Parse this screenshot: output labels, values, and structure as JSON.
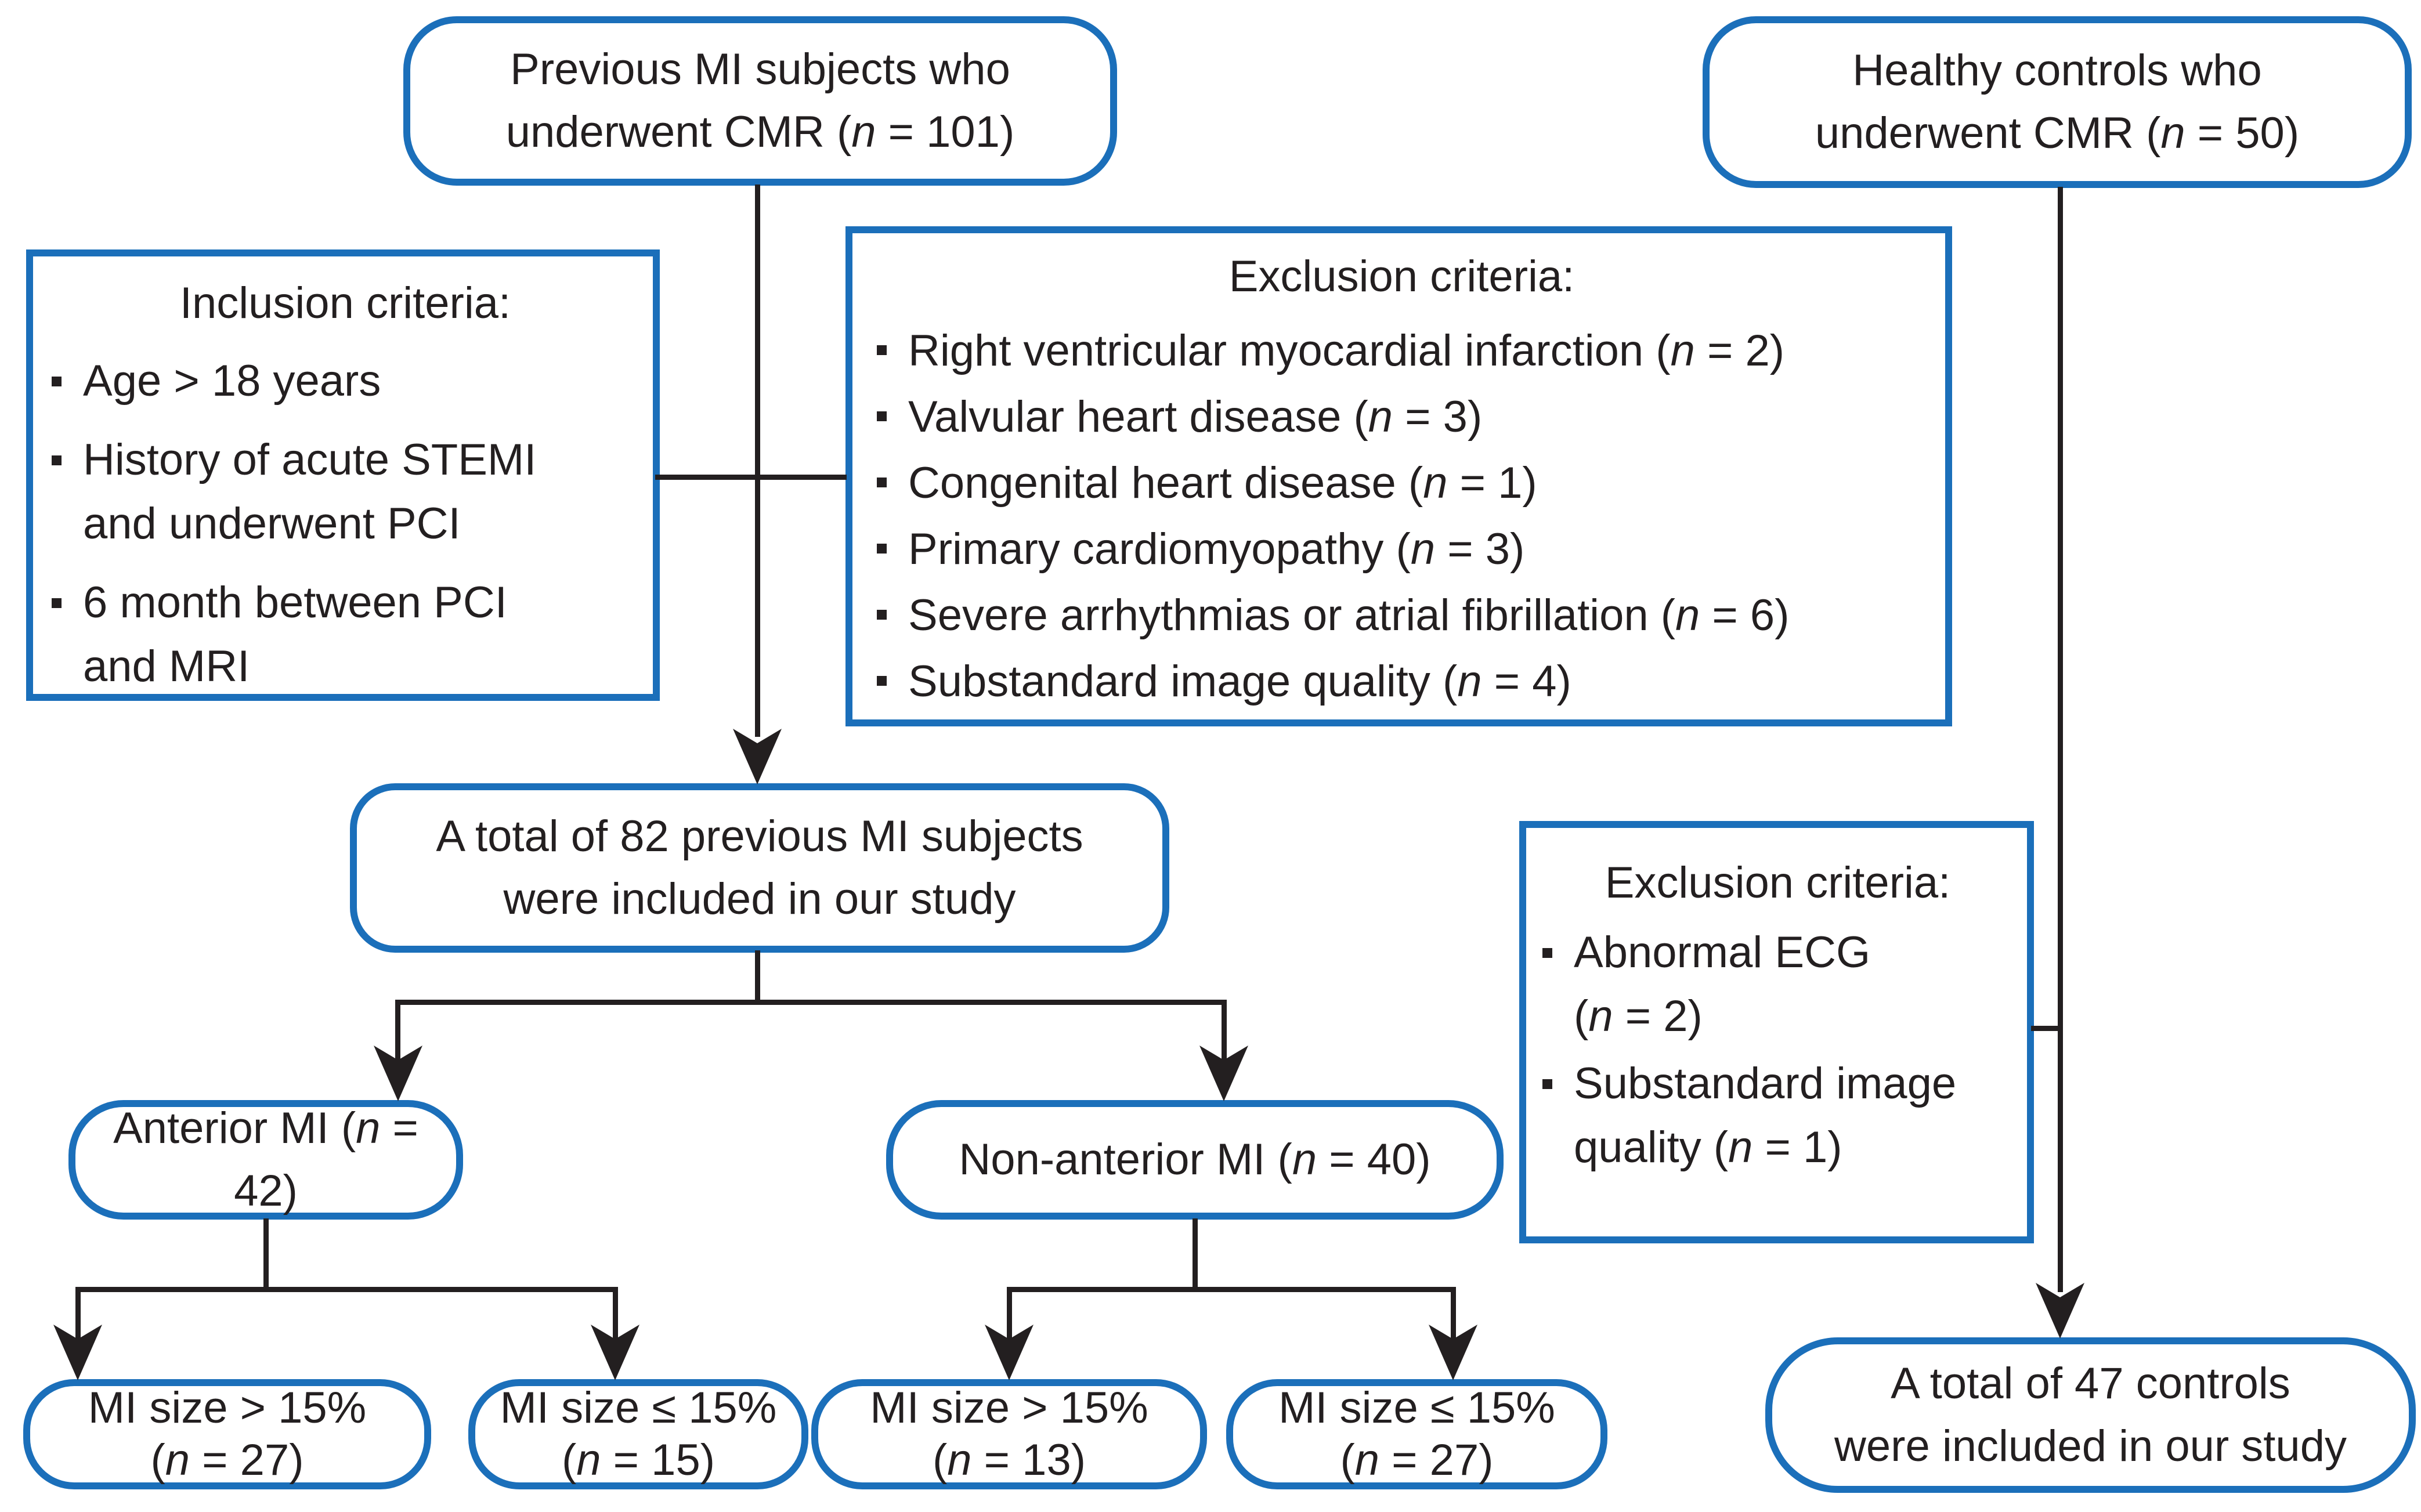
{
  "colors": {
    "box_border": "#1b6fba",
    "connector": "#231f20",
    "text": "#231f20",
    "background": "#ffffff"
  },
  "boxes": {
    "previous_mi": {
      "lines": [
        "Previous MI subjects who",
        "underwent CMR (n = 101)"
      ]
    },
    "healthy_controls": {
      "lines": [
        "Healthy controls who",
        "underwent CMR (n = 50)"
      ]
    },
    "inclusion": {
      "title": "Inclusion criteria:",
      "items": [
        [
          "Age > 18 years"
        ],
        [
          "History of acute STEMI",
          "and underwent PCI"
        ],
        [
          "6 month between PCI",
          "and MRI"
        ]
      ]
    },
    "exclusion_mi": {
      "title": "Exclusion criteria:",
      "items": [
        "Right ventricular myocardial infarction (n = 2)",
        "Valvular heart disease (n = 3)",
        "Congenital heart disease (n = 1)",
        "Primary cardiomyopathy (n = 3)",
        "Severe arrhythmias or atrial fibrillation (n = 6)",
        "Substandard image quality (n = 4)"
      ]
    },
    "included_mi": {
      "lines": [
        "A total of 82 previous MI subjects",
        "were included in our study"
      ]
    },
    "anterior_mi": {
      "label": "Anterior MI (n = 42)"
    },
    "non_anterior_mi": {
      "label": "Non-anterior MI (n = 40)"
    },
    "anterior_large": {
      "lines": [
        "MI size > 15%",
        "(n = 27)"
      ]
    },
    "anterior_small": {
      "lines": [
        "MI size ≤ 15%",
        "(n = 15)"
      ]
    },
    "non_anterior_large": {
      "lines": [
        "MI size > 15%",
        "(n = 13)"
      ]
    },
    "non_anterior_small": {
      "lines": [
        "MI size ≤ 15%",
        "(n = 27)"
      ]
    },
    "exclusion_controls": {
      "title": "Exclusion criteria:",
      "items": [
        [
          "Abnormal ECG",
          "(n = 2)"
        ],
        [
          "Substandard image",
          "quality (n = 1)"
        ]
      ]
    },
    "included_controls": {
      "lines": [
        "A total of 47 controls",
        "were included in our study"
      ]
    }
  }
}
